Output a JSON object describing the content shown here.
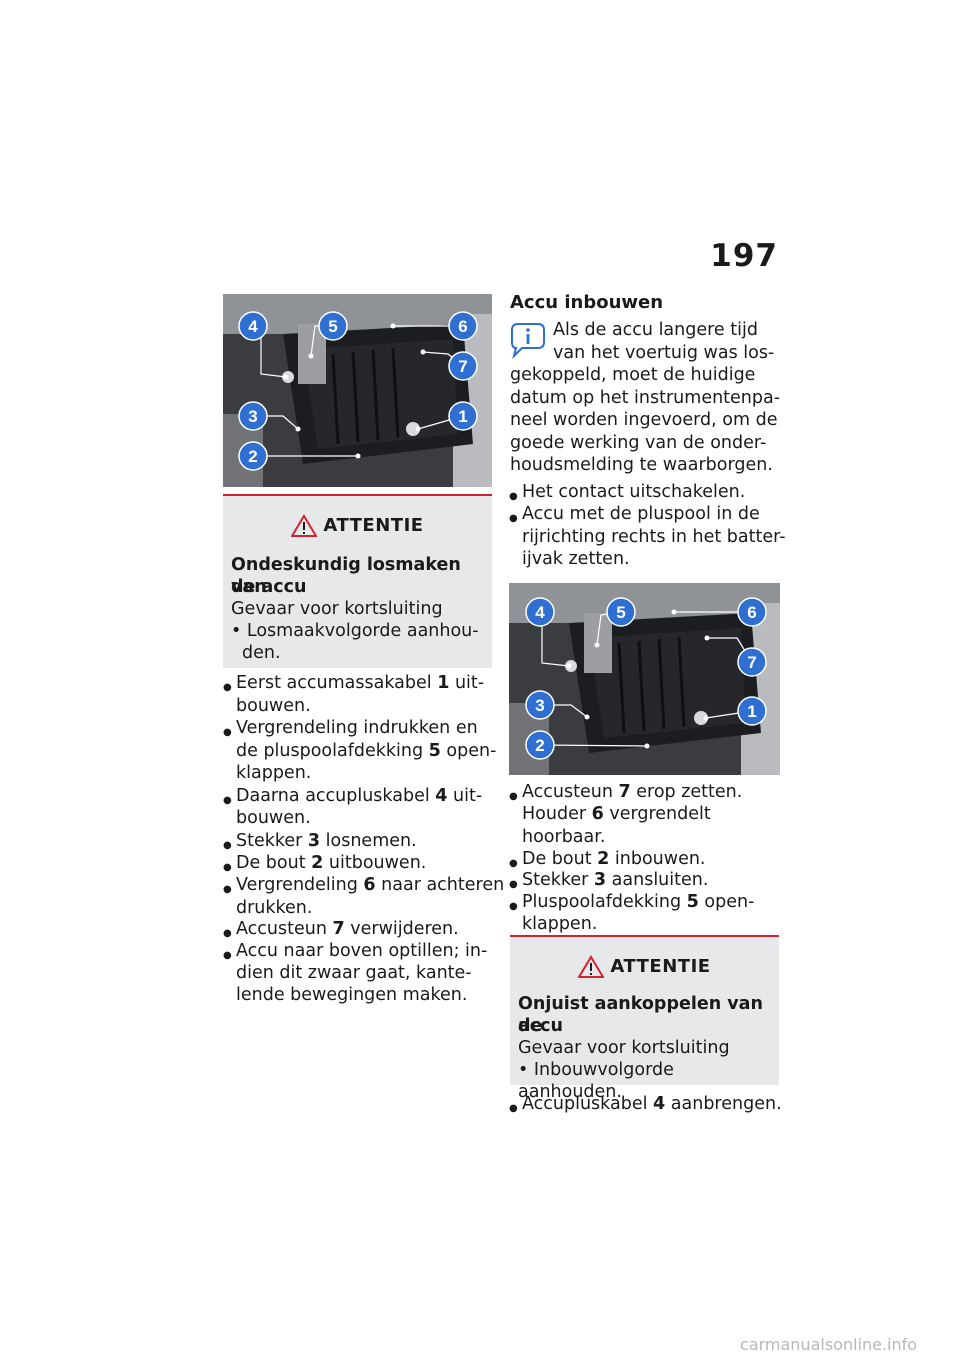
{
  "page_number": "197",
  "left": {
    "callouts": [
      "4",
      "5",
      "6",
      "7",
      "3",
      "1",
      "2"
    ],
    "warning": {
      "label": "ATTENTIE",
      "title_l1": "Ondeskundig losmaken van",
      "title_l2": "de accu",
      "line1": "Gevaar voor kortsluiting",
      "line2": "• Losmaakvolgorde aanhou-",
      "line3": "den."
    },
    "steps": [
      [
        "Eerst accumassakabel ",
        "1",
        " uit-"
      ],
      [
        "bouwen."
      ],
      [
        "Vergrendeling indrukken en"
      ],
      [
        "de pluspoolafdekking ",
        "5",
        " open-"
      ],
      [
        "klappen."
      ],
      [
        "Daarna accupluskabel ",
        "4",
        " uit-"
      ],
      [
        "bouwen."
      ],
      [
        "Stekker ",
        "3",
        " losnemen."
      ],
      [
        "De bout ",
        "2",
        " uitbouwen."
      ],
      [
        "Vergrendeling ",
        "6",
        " naar achteren"
      ],
      [
        "drukken."
      ],
      [
        "Accusteun ",
        "7",
        " verwijderen."
      ],
      [
        "Accu naar boven optillen; in-"
      ],
      [
        "dien dit zwaar gaat, kante-"
      ],
      [
        "lende bewegingen maken."
      ]
    ]
  },
  "right": {
    "heading": "Accu inbouwen",
    "info": {
      "l1": "Als de accu langere tijd",
      "l2": "van het voertuig was los-",
      "l3": "gekoppeld, moet de huidige",
      "l4": "datum op het instrumentenpa-",
      "l5": "neel worden ingevoerd, om de",
      "l6": "goede werking van de onder-",
      "l7": "houdsmelding te waarborgen."
    },
    "pre": {
      "s1": "Het contact uitschakelen.",
      "s2a": "Accu met de pluspool in de",
      "s2b": "rijrichting rechts in het batter-",
      "s2c": "ijvak zetten."
    },
    "post": {
      "a1": "Accusteun ",
      "a1n": "7",
      "a1b": " erop zetten.",
      "a2": "Houder ",
      "a2n": "6",
      "a2b": " vergrendelt",
      "a3": "hoorbaar.",
      "b1": "De bout ",
      "b1n": "2",
      "b1b": " inbouwen.",
      "c1": "Stekker ",
      "c1n": "3",
      "c1b": " aansluiten.",
      "d1": "Pluspoolafdekking ",
      "d1n": "5",
      "d1b": " open-",
      "d2": "klappen."
    },
    "warning": {
      "label": "ATTENTIE",
      "title_l1": "Onjuist aankoppelen van de",
      "title_l2": "accu",
      "line1": "Gevaar voor kortsluiting",
      "line2": "• Inbouwvolgorde aanhouden."
    },
    "last": {
      "t": "Accupluskabel ",
      "n": "4",
      "t2": " aanbrengen."
    }
  },
  "watermark": "carmanualsonline.info",
  "colors": {
    "accent_red": "#d3232f",
    "callout_blue": "#2f6fd1",
    "warning_bg": "#e7e8e9"
  }
}
